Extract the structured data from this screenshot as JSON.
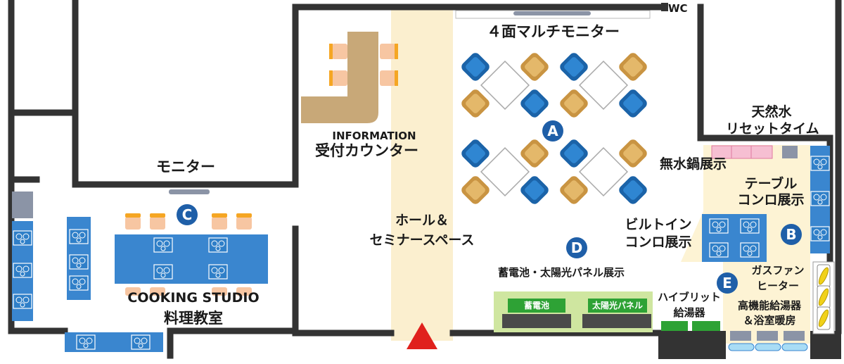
{
  "labels": {
    "wc": "WC",
    "multi_monitor": "４面マルチモニター",
    "information_en": "INFORMATION",
    "information_jp": "受付カウンター",
    "monitor": "モニター",
    "natural_water_1": "天然水",
    "natural_water_2": "リセットタイム",
    "waterless_pot": "無水鍋展示",
    "table_stove_1": "テーブル",
    "table_stove_2": "コンロ展示",
    "builtin_1": "ビルトイン",
    "builtin_2": "コンロ展示",
    "hall_1": "ホール＆",
    "hall_2": "セミナースペース",
    "battery_solar": "蓄電池・太陽光パネル展示",
    "gas_fan_1": "ガスファン",
    "gas_fan_2": "ヒーター",
    "hybrid_1": "ハイブリット",
    "hybrid_2": "給湯器",
    "high_perf_1": "高機能給湯器",
    "high_perf_2": "＆浴室暖房",
    "cooking_en": "COOKING STUDIO",
    "cooking_jp": "料理教室",
    "battery_tag": "蓄電池",
    "solar_tag": "太陽光パネル"
  },
  "zones": {
    "a": "A",
    "b": "B",
    "c": "C",
    "d": "D",
    "e": "E"
  },
  "colors": {
    "wall": "#333333",
    "corridor": "#fbefcf",
    "zone_floor": "#fdf3d4",
    "counter": "#c8a878",
    "stove_blue": "#3a86cf",
    "chair_blue": "#1b63a8",
    "chair_tan": "#d7a857",
    "display_green": "#cfe6a0",
    "accent_green": "#2ea235",
    "pink_display": "#f6bfd2",
    "zone_badge": "#1f5fa8",
    "entrance": "#e0211d"
  },
  "icons": {
    "entrance": "entrance-triangle-icon"
  }
}
